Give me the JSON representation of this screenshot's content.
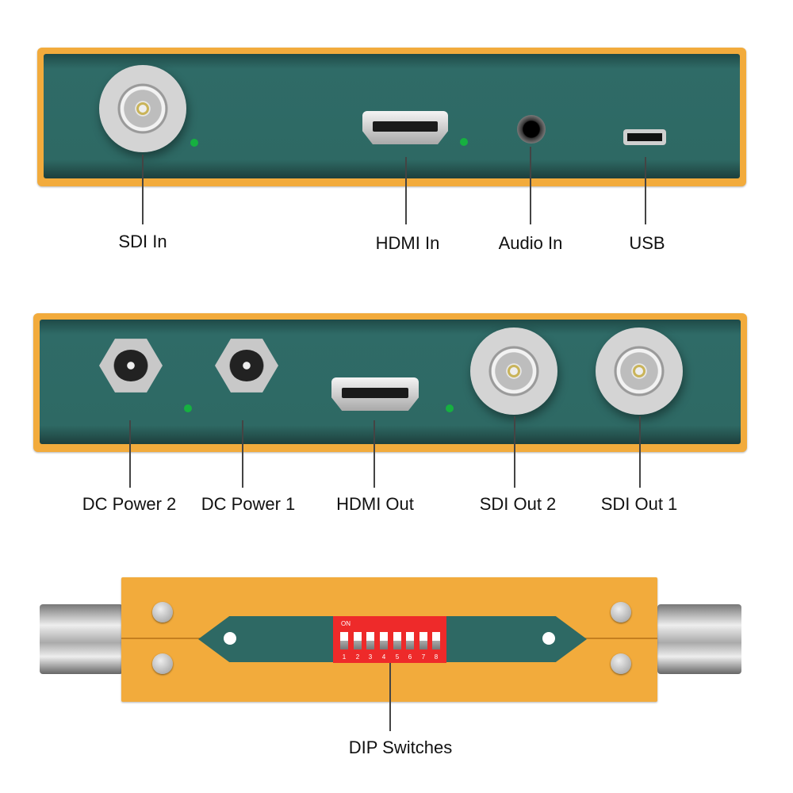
{
  "top_panel": {
    "labels": [
      "SDI In",
      "HDMI In",
      "Audio In",
      "USB"
    ]
  },
  "middle_panel": {
    "labels": [
      "DC Power 2",
      "DC Power 1",
      "HDMI Out",
      "SDI Out 2",
      "SDI Out 1"
    ]
  },
  "bottom_panel": {
    "dip_on": "ON",
    "dip_numbers": [
      "1",
      "2",
      "3",
      "4",
      "5",
      "6",
      "7",
      "8"
    ],
    "label": "DIP Switches"
  },
  "colors": {
    "body": "#f2ab3c",
    "face": "#2e6964",
    "led": "#16b040",
    "dip": "#ee2a2a"
  }
}
